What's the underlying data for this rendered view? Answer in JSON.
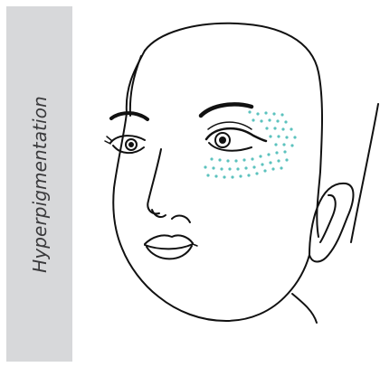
{
  "label": {
    "text": "Hyperpigmentation",
    "background": "#d7d8da",
    "text_color": "#3a3a3c"
  },
  "illustration": {
    "subject": "female-face-line-drawing",
    "line_color": "#111111",
    "highlight": {
      "meaning": "pigmentation-dots",
      "color": "#5cc2be"
    }
  }
}
